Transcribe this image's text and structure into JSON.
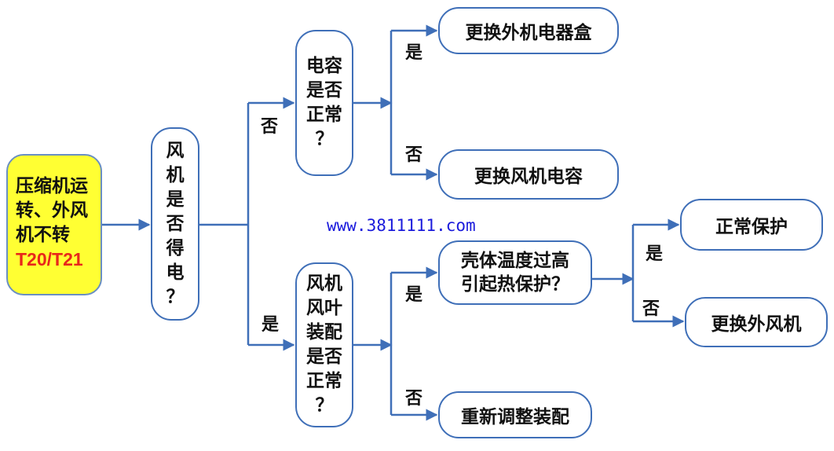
{
  "colors": {
    "line": "#3f6fb8",
    "start_fill": "#ffff33",
    "code_text": "#e8271b",
    "watermark": "#1a1adc"
  },
  "nodes": {
    "start": {
      "lines": [
        "压缩机运",
        "转、外风",
        "机不转"
      ],
      "code": "T20/T21"
    },
    "fan_powered": "风\n机\n是\n否\n得\n电\n？",
    "capacitor_ok": "电容\n是否\n正常\n？",
    "blade_ok": "风机\n风叶\n装配\n是否\n正常\n？",
    "replace_box": "更换外机电器盒",
    "replace_cap": "更换风机电容",
    "overheat": "壳体温度过高\n引起热保护？",
    "readjust": "重新调整装配",
    "normal_protect": "正常保护",
    "replace_fan": "更换外风机"
  },
  "labels": {
    "yes": "是",
    "no": "否"
  },
  "watermark": "www.3811111.com"
}
